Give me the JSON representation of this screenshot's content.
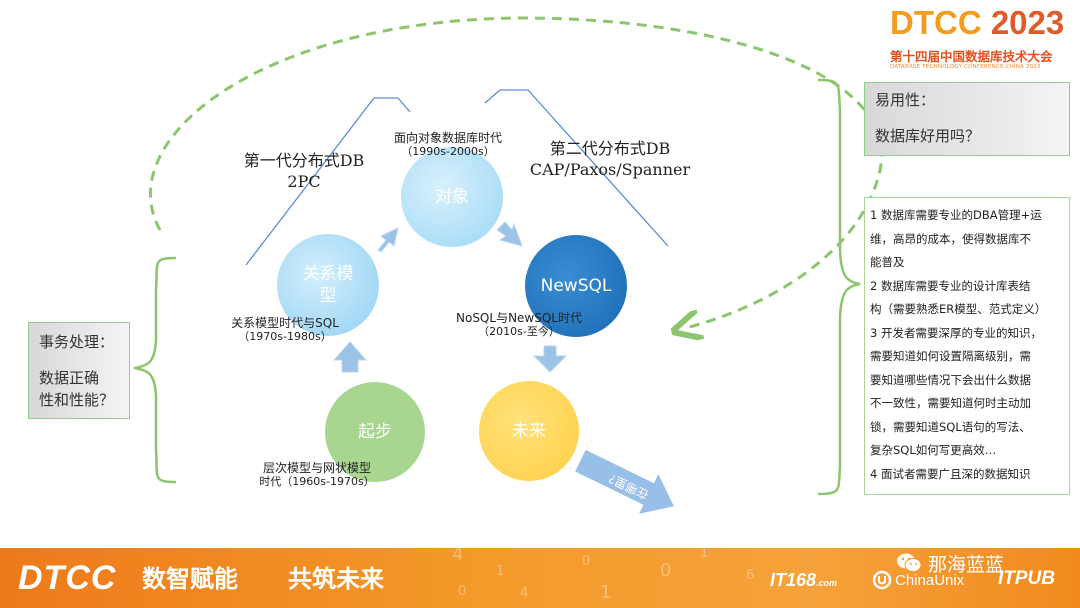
{
  "header": {
    "logo_dtcc": "DTCC",
    "logo_year": "2023",
    "conf_cn": "第十四届中国数据库技术大会",
    "conf_en": "DATABASE TECHNOLOGY CONFERENCE CHINA 2023"
  },
  "diagram": {
    "generation1": {
      "title": "第一代分布式DB",
      "sub": "2PC"
    },
    "generation2": {
      "title": "第二代分布式DB",
      "sub": "CAP/Paxos/Spanner"
    },
    "circles": {
      "start": {
        "label": "起步",
        "caption_line1": "层次模型与网状模型",
        "caption_line2": "时代（1960s-1970s）"
      },
      "relational": {
        "label_line1": "关系模",
        "label_line2": "型",
        "caption_line1": "关系模型时代与SQL",
        "caption_line2": "（1970s-1980s）"
      },
      "object": {
        "label": "对象",
        "caption_line1": "面向对象数据库时代",
        "caption_line2": "（1990s-2000s）"
      },
      "newsql": {
        "label": "NewSQL",
        "caption_line1": "NoSQL与NewSQL时代",
        "caption_line2": "（2010s-至今）"
      },
      "future": {
        "label": "未来",
        "arrow_text": "在哪里？"
      }
    },
    "colors": {
      "start": "#a8d590",
      "relational": "#9fd6f5",
      "object": "#a7dcf7",
      "newsql": "#1f70b8",
      "future": "#ffd24f",
      "arrow": "#9cc3e6",
      "dashed": "#8cc56e",
      "brace": "#8cc56e"
    }
  },
  "left_box": {
    "line1": "事务处理：",
    "line2": "数据正确",
    "line3": "性和性能？"
  },
  "right_box": {
    "line1": "易用性：",
    "line2": "数据库好用吗？"
  },
  "right_list": [
    "1 数据库需要专业的DBA管理+运",
    "维，高昂的成本，使得数据库不",
    "能普及",
    "2 数据库需要专业的设计库表结",
    "构（需要熟悉ER模型、范式定义）",
    "3 开发者需要深厚的专业的知识，",
    "需要知道如何设置隔离级别，需",
    "要知道哪些情况下会出什么数据",
    "不一致性，需要知道何时主动加",
    "锁，需要知道SQL语句的写法、",
    "复杂SQL如何写更高效…",
    "4 面试者需要广且深的数据知识"
  ],
  "footer": {
    "logo": "DTCC",
    "slogan1": "数智赋能",
    "slogan2": "共筑未来",
    "wechat": "那海蓝蓝",
    "sponsor1": "IT168",
    "sponsor1_suffix": ".com",
    "sponsor2": "ChinaUnix",
    "sponsor3": "ITPUB",
    "digits": [
      "4",
      "1",
      "0",
      "0",
      "1",
      "6",
      "1",
      "0",
      "4"
    ]
  }
}
